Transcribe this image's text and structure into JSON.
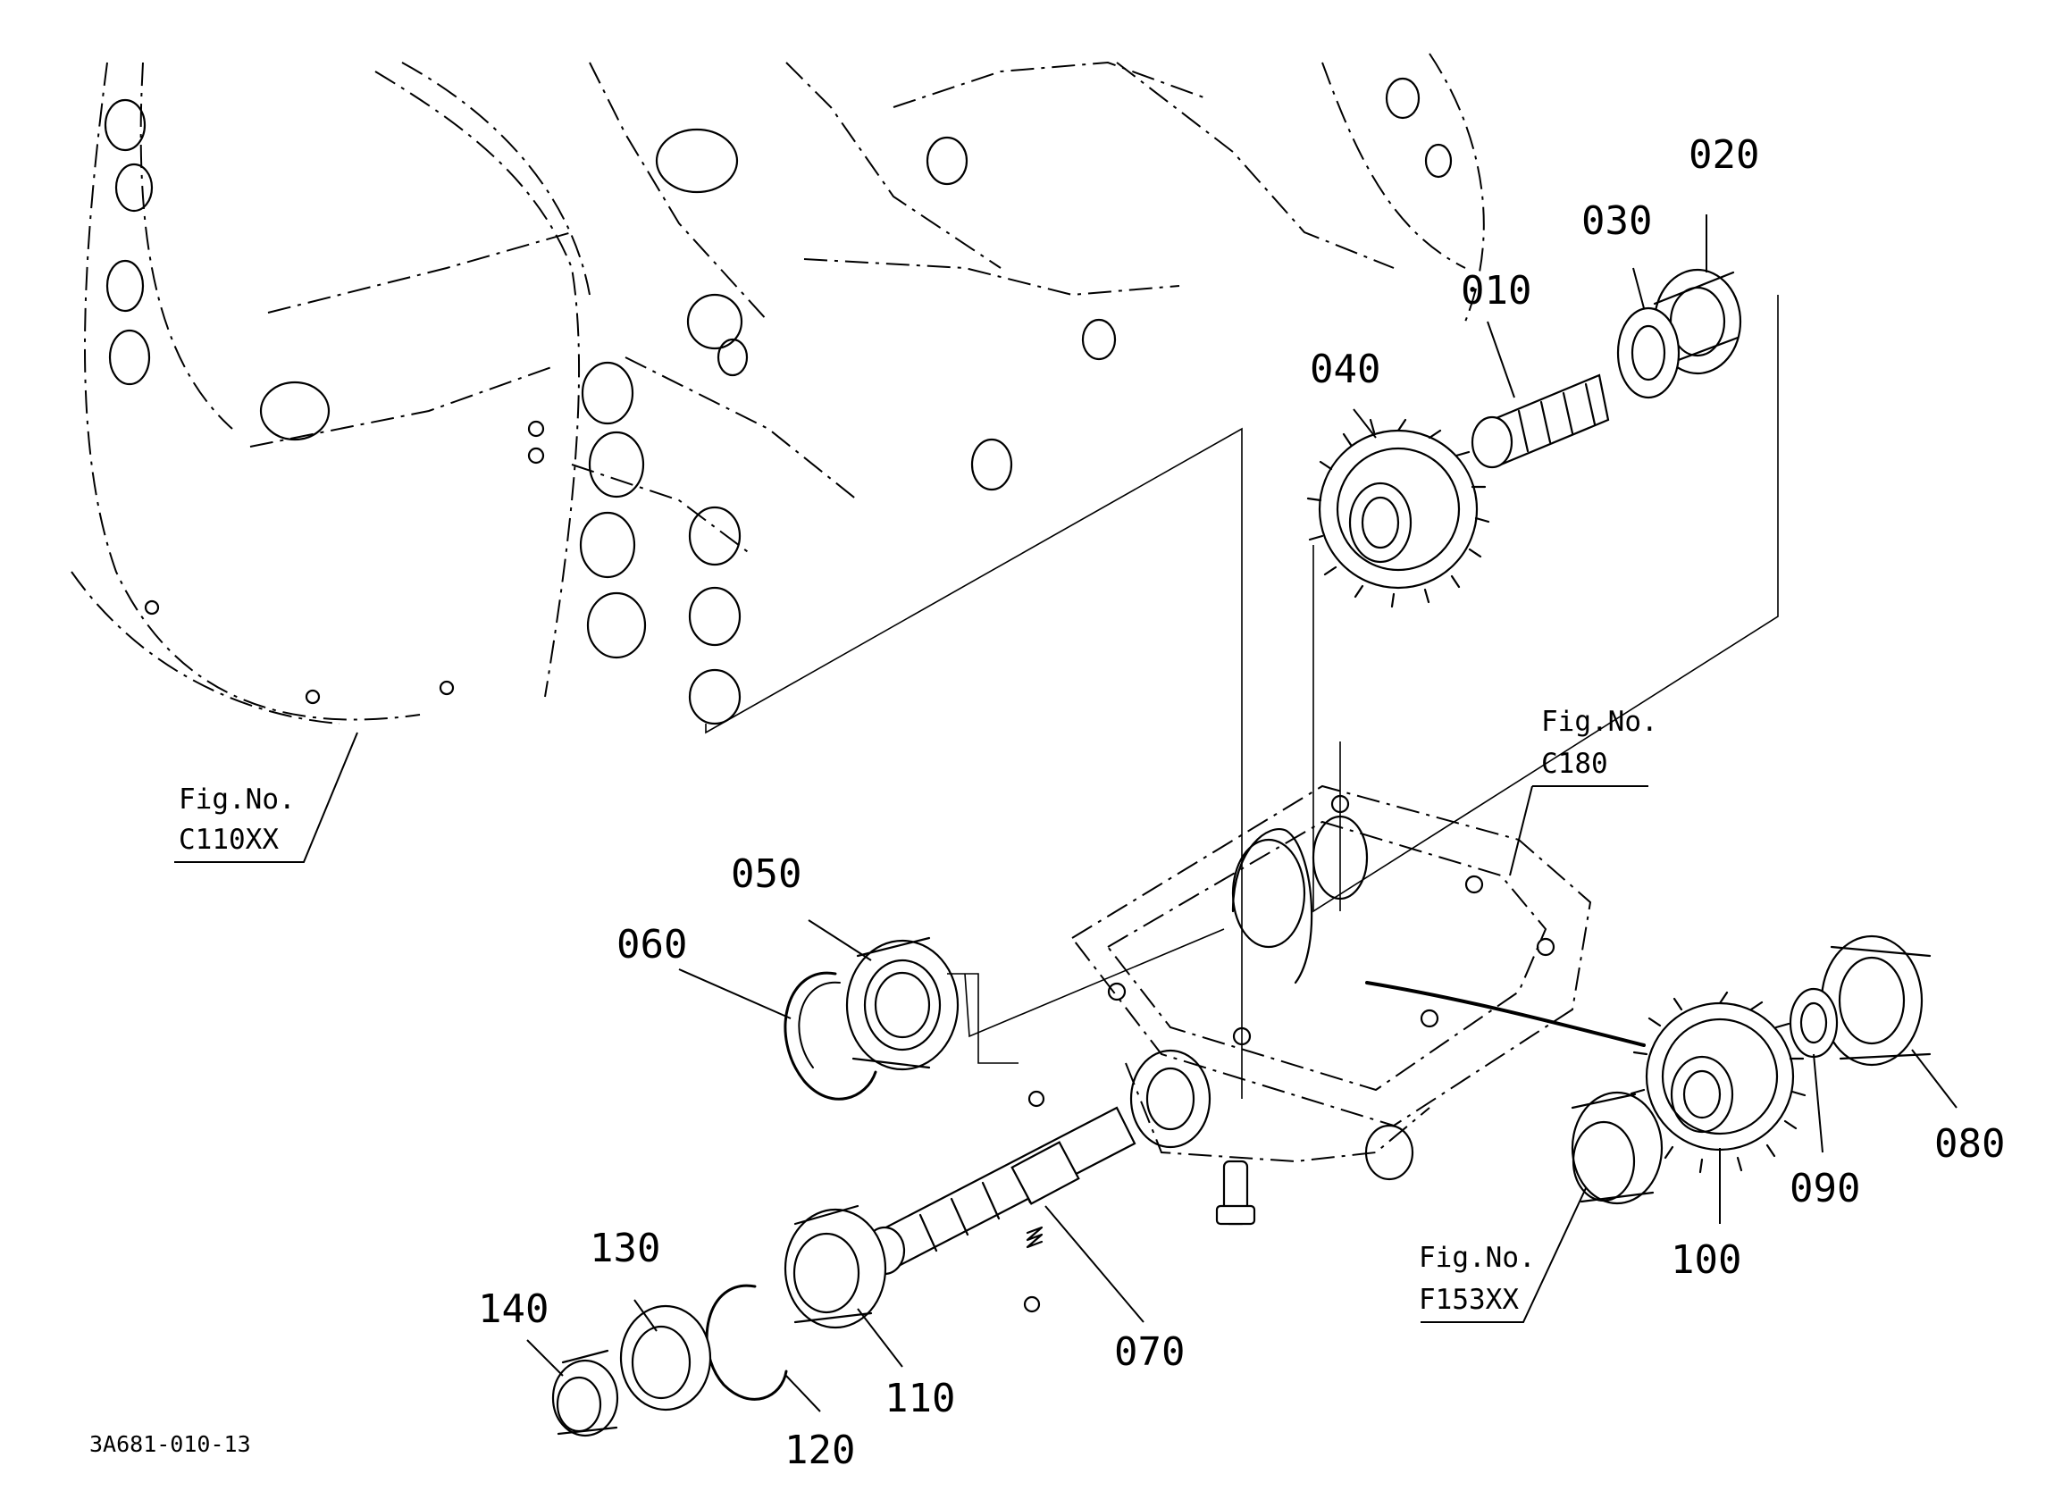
{
  "part_numbers": [
    "010",
    "020",
    "030",
    "040",
    "050",
    "060",
    "070",
    "080",
    "090",
    "100",
    "110",
    "120",
    "130",
    "140"
  ],
  "figure_refs": [
    {
      "label": "Fig.No.",
      "code": "C110XX"
    },
    {
      "label": "Fig.No.",
      "code": "C180"
    },
    {
      "label": "Fig.No.",
      "code": "F153XX"
    }
  ],
  "drawing_code": "3A681-010-13"
}
